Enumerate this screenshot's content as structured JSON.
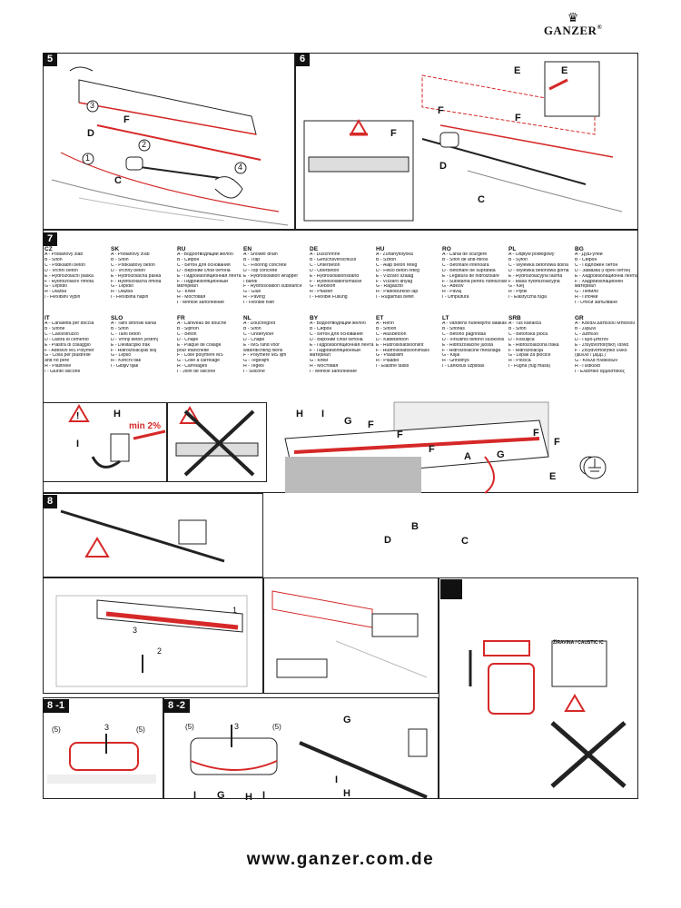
{
  "brand": {
    "name": "GANZER",
    "reg": "®"
  },
  "steps": {
    "s5": "5",
    "s6": "6",
    "s7": "7",
    "s8": "8",
    "s8_1": "8 -1",
    "s8_2": "8 -2"
  },
  "callouts": {
    "A": "A",
    "B": "B",
    "C": "C",
    "D": "D",
    "E": "E",
    "F": "F",
    "G": "G",
    "H": "H",
    "I": "I",
    "n1": "1",
    "n2": "2",
    "n3": "3",
    "n4": "4",
    "n5": "(5)",
    "slope": "min 2%",
    "caustic": "ŽÍRAVINA / CAUSTIC /C"
  },
  "languages_row1": [
    {
      "code": "CZ",
      "lines": [
        "A - Podlahový žlab",
        "B - Sifon",
        "C - Podkladní beton",
        "D - Vrchní beton",
        "E - Hydroizolační páska",
        "F - Hydroizolační hmota",
        "G - Lepidlo",
        "H - Dlažba",
        "I - Flexibilní výplň"
      ]
    },
    {
      "code": "SK",
      "lines": [
        "A - Podlahový žľab",
        "B - Sifón",
        "C - Podkladový betón",
        "D - Vrchný betón",
        "E - Hydroizolačná páska",
        "F - Hydroizolačná hmota",
        "G - Lepidlo",
        "H - Dlažba",
        "I - Flexibilná náplň"
      ]
    },
    {
      "code": "RU",
      "lines": [
        "A - Водоотводящий желоб",
        "B - Сифон",
        "C - Бетон для основания",
        "D - Верхний слой бетона",
        "E - Гидроизоляционная лента",
        "F - Гидроизоляционный",
        "    материал",
        "G - Клей",
        "H - Мостовая",
        "I - Мягкое заполнение"
      ]
    },
    {
      "code": "EN",
      "lines": [
        "A - Shower drain",
        "B - Trap",
        "C - Flooring concrete",
        "D - Top concrete",
        "E - Hydroisolation wrapper",
        "    / band/",
        "F - Hydroisolation substance",
        "G - Glue",
        "H - Paving",
        "I - Flexible filler"
      ]
    },
    {
      "code": "DE",
      "lines": [
        "A - Duschrinne",
        "B - Geruchsverschluss",
        "C - Unterbeton",
        "D - Oberbeton",
        "E - Hydroisolationsband",
        "F - Hydroisolationsmasse",
        "G - Klebstoff",
        "H - Pflaster",
        "I - Flexible Füllung"
      ]
    },
    {
      "code": "HU",
      "lines": [
        "A - Zuhanyfolyóka",
        "B - Szifon",
        "C - Alap betón réteg",
        "D - Felső betón réteg",
        "E - Vízzáró szalag",
        "F - Vízzáró anyag",
        "G - Ragasztó",
        "H - Padlóburkoló lap",
        "I - Rugalmas betét"
      ]
    },
    {
      "code": "RO",
      "lines": [
        "A - Canal de scurgere",
        "B - Sifon de anti-miros",
        "C - Betonare inferioara",
        "D - Betonare de suprafata",
        "E - Legatura de hidroizolare",
        "F - Substanta pentru hidroizolare",
        "G - Adeziv",
        "H - Pavaj",
        "I - Umplutura"
      ]
    },
    {
      "code": "PL",
      "lines": [
        "A - Odpływ podłogowy",
        "B - Syfon",
        "C - Wylewka betonowa dolna",
        "D - Wylewka betonowa górna",
        "E - Hydroizolacyjna taśma",
        "F - Masa hydroizolacyjna",
        "G - Klej",
        "H - Płytki",
        "I - Elastyczna fuga"
      ]
    },
    {
      "code": "BG",
      "lines": [
        "A - Душ-улей",
        "B - Сифон",
        "C - Подложен бетон",
        "D - Замазка (Горен бетон)",
        "E - Хидроизолационна лента",
        "F - Хидроизолационен",
        "    материал",
        "G - Лепило",
        "H - Плочки",
        "I - Отеси запълване"
      ]
    }
  ],
  "languages_row2": [
    {
      "code": "IT",
      "lines": [
        "A - Canaletta per doccia",
        "B - Sifone",
        "C - Calcestruzzo",
        "D - Lastra di cemento",
        "E - Piastra di collaggio",
        "F - Adesivo MS Polymer",
        "G - Colla per piastrelle",
        "    and no père",
        "H - Piastrelle",
        "I - Giunto silicone"
      ]
    },
    {
      "code": "SLO",
      "lines": [
        "A - Talni sifonski kanal",
        "B - Sifon",
        "C - Talni beton",
        "D - Vrhnji beton (estrih)",
        "E - Dielitacijski trak",
        "F - Hidroizolacijski sloj",
        "G - Lepilo",
        "H - Končni tlak",
        "I - Gibljiv tijak"
      ]
    },
    {
      "code": "FR",
      "lines": [
        "A - Caniveau de douche",
        "B - Siphon",
        "C - Béton",
        "D - Chape",
        "E - Plaque de collage",
        "    pour étanchéité",
        "F - Colle polymère MS",
        "G - Colle à carrelage",
        "H - Carrelages",
        "I - Joint de silicone"
      ]
    },
    {
      "code": "NL",
      "lines": [
        "A - Douchegoot",
        "B - Sifon",
        "C - Onderyloer",
        "D - Chape",
        "E - IMS rand voor",
        "    waterdichting fliens",
        "F - Polymère MS lijm",
        "G - Tegellijm",
        "H - Tegels",
        "I - Silicone"
      ]
    },
    {
      "code": "BY",
      "lines": [
        "A - Водоотводящий желоб",
        "B - Сифон",
        "C - Бетон для основания",
        "D - Верхний слой бетона",
        "E - Гидроизоляционная лента",
        "F - Гидроизоляционный",
        "    материал",
        "G - Клей",
        "H - Мостовая",
        "I - Мягкое заполнение"
      ]
    },
    {
      "code": "ET",
      "lines": [
        "A - Renn",
        "B - Sifoon",
        "C - Alusbetoon",
        "D - Kattebetoon",
        "E - Hüdroisolatsioonlint",
        "F - Hüdroisolatsioonimass",
        "G - Plaadiliim",
        "H - Plaadid",
        "I - Elastne täidis"
      ]
    },
    {
      "code": "LT",
      "lines": [
        "A - Vandens nutekėjimo latakas",
        "B - Sifonas",
        "C - Betono pagrindas",
        "D - Viršutinis betono sluoksnis",
        "E - Hidroizoliacinė juosta",
        "F - Hidroizoliacinė medžiaga",
        "G - Klijai",
        "H - Grindinys",
        "I - Lankstus užpildas"
      ]
    },
    {
      "code": "SRB",
      "lines": [
        "A - Tuš kanalica",
        "B - Sifon",
        "C - Betonska ploča",
        "D - Košuljica",
        "E - Hidroizolaciona traka",
        "F - Hidroizolacija",
        "G - Lepak za pločice",
        "H - Pločica",
        "I - Fugna (fug masa)"
      ]
    },
    {
      "code": "GR",
      "lines": [
        "A - Κανάλι Δαπέδου Μπάνιου",
        "B - Σιφώνι",
        "C - Δάπεδο",
        "D - Γκρο-μπετόν",
        "E - Στεγανοποιητική Ταινία",
        "F - Στεγανοποιητικό υλικό",
        "    (φύλλο / μεμβ.)",
        "G - Κόλλα πλακιδίων",
        "H - Πλακίδια",
        "I - Ελαστικό αρμόστοκος"
      ]
    }
  ],
  "footer": {
    "url": "www.ganzer.com.de"
  },
  "colors": {
    "accent": "#d62828",
    "line": "#222222",
    "hatch": "#888888",
    "concrete": "#c8c8c8"
  }
}
